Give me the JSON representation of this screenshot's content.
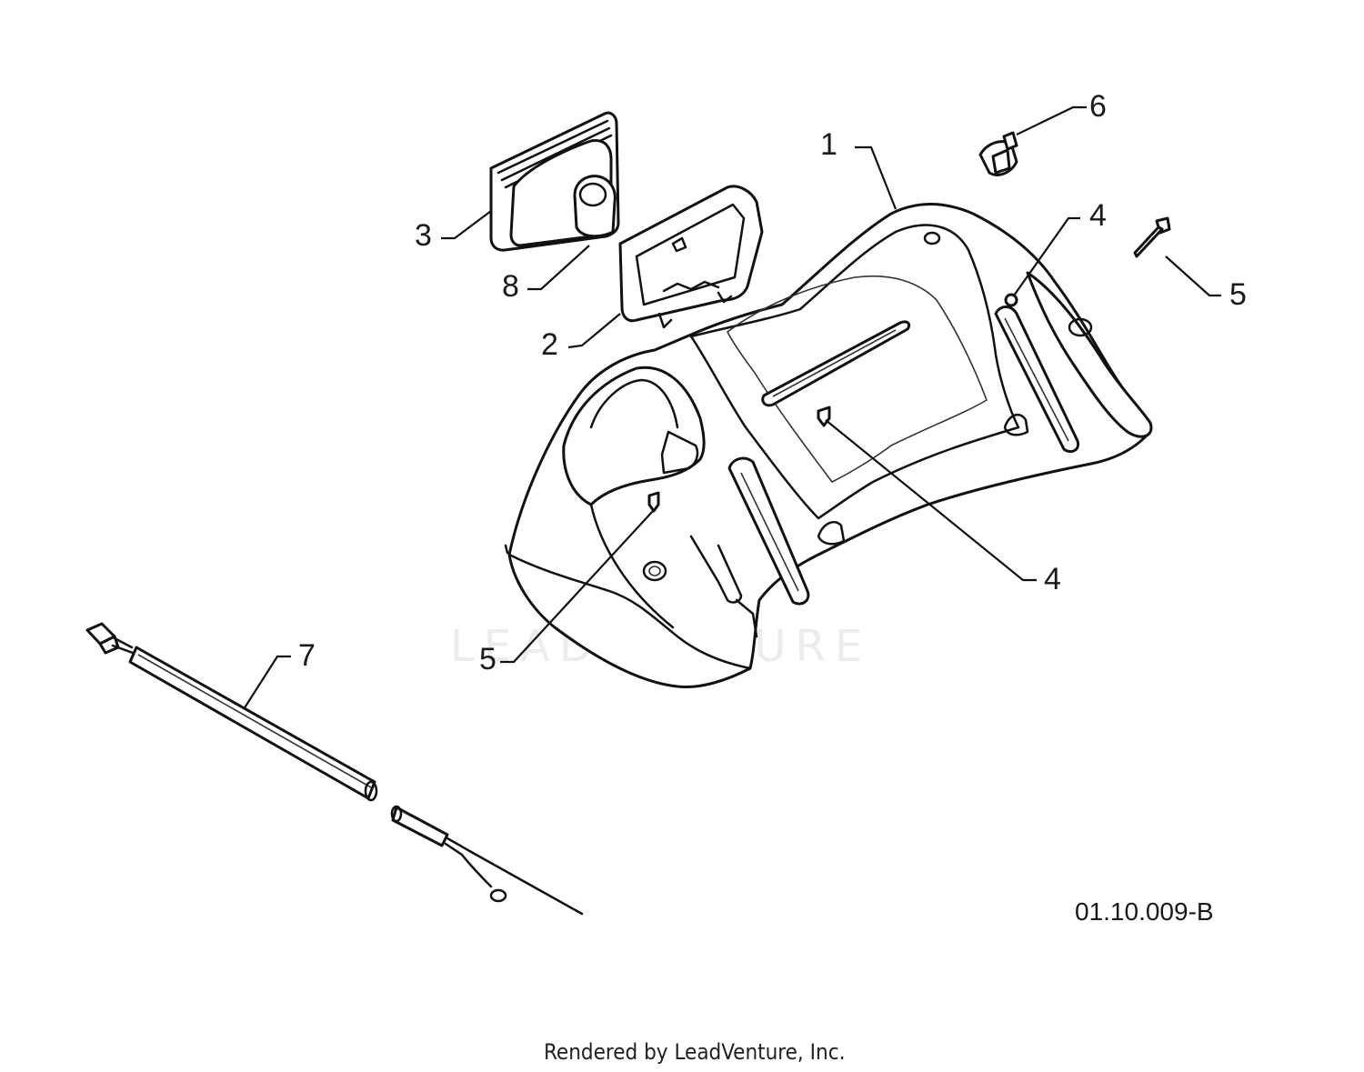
{
  "callouts": {
    "c1": "1",
    "c2": "2",
    "c3": "3",
    "c4a": "4",
    "c4b": "4",
    "c5a": "5",
    "c5b": "5",
    "c6": "6",
    "c7": "7",
    "c8": "8"
  },
  "diagram_code": "01.10.009-B",
  "watermark": "LEADVENTURE",
  "credit": "Rendered by LeadVenture, Inc."
}
